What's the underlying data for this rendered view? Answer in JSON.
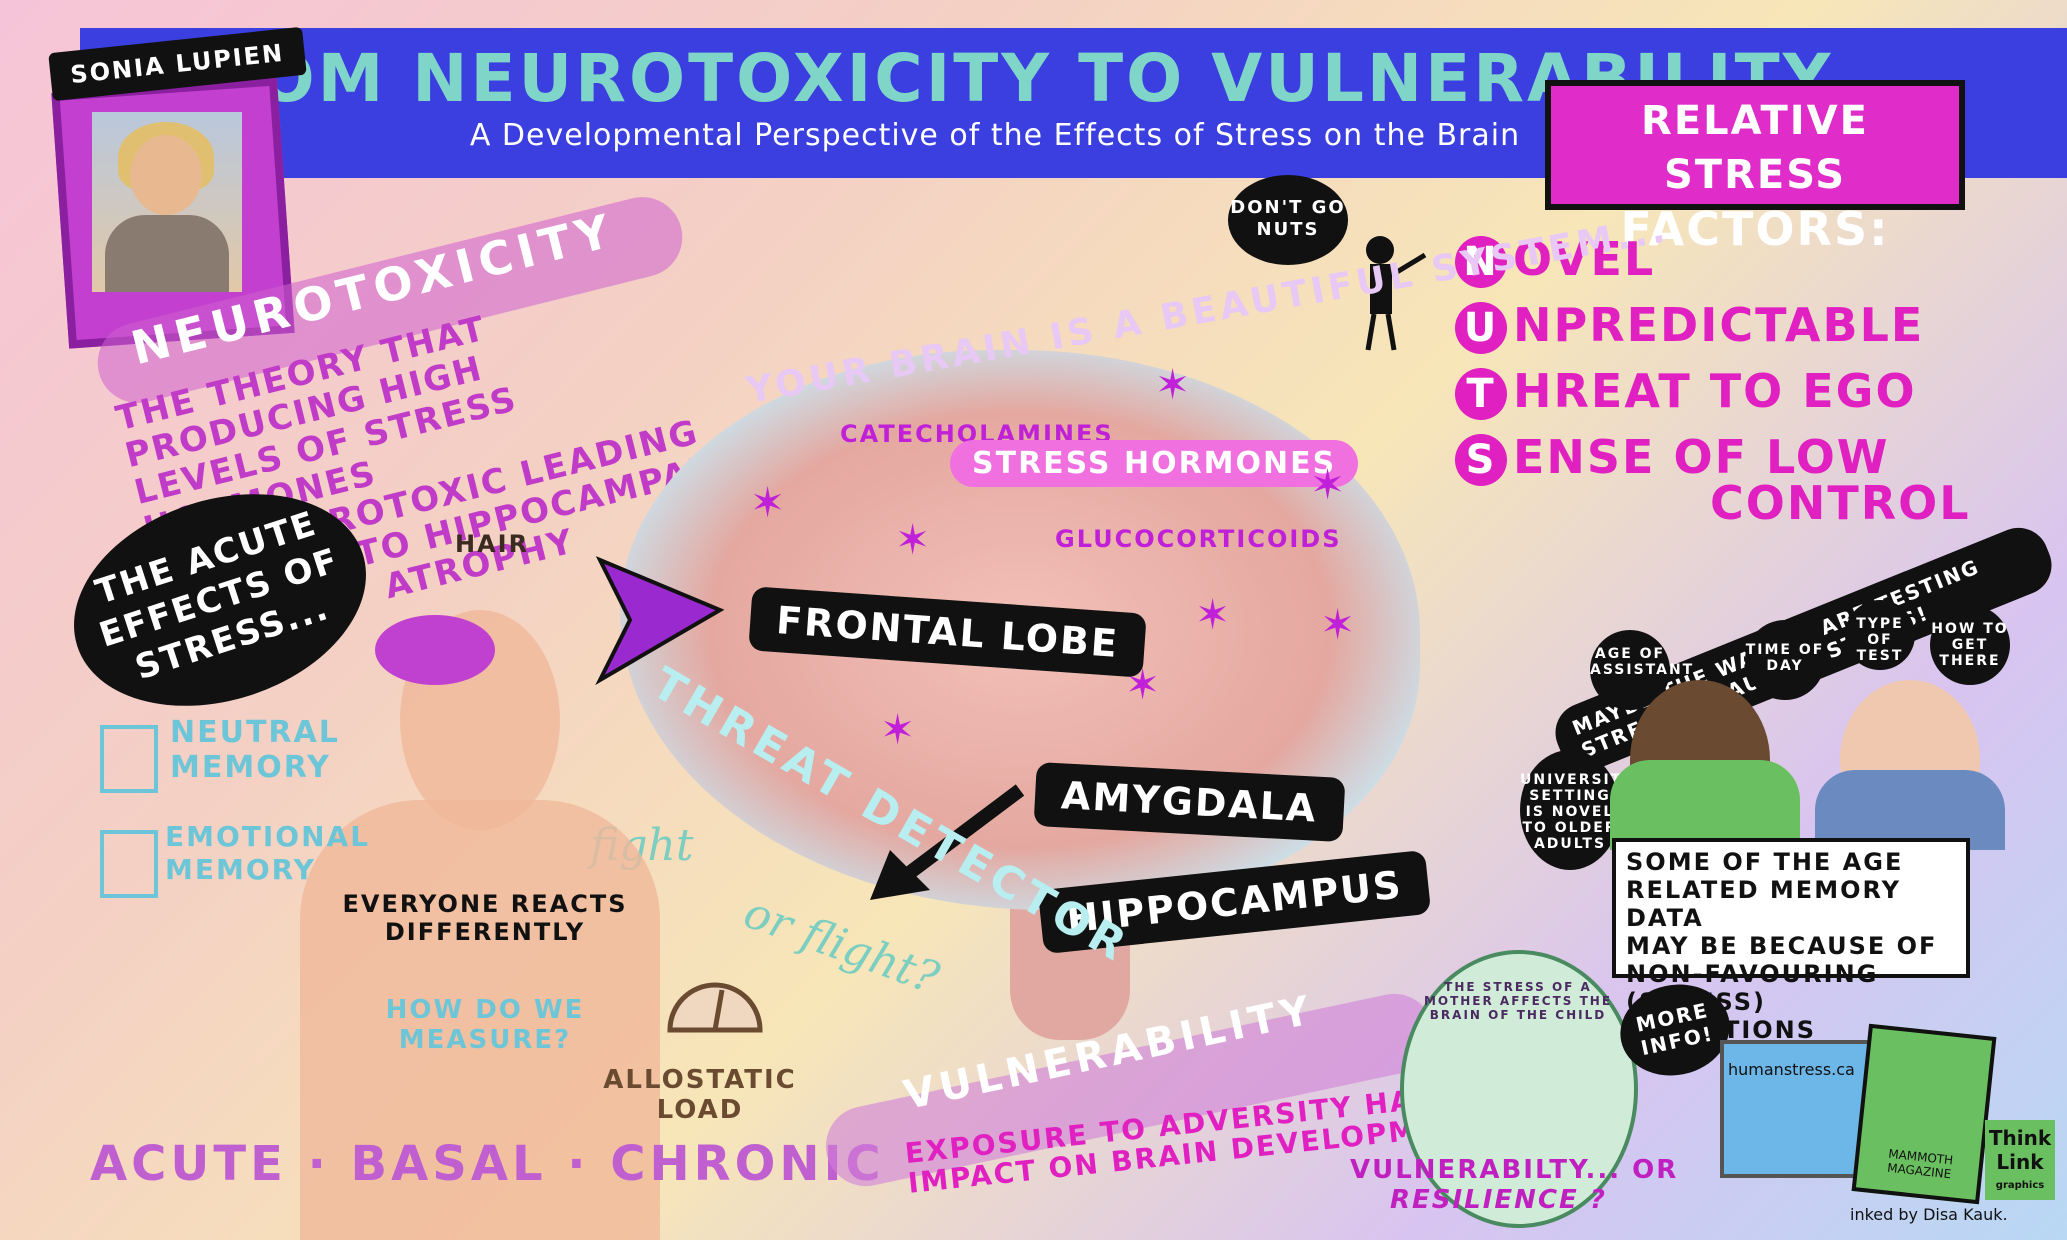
{
  "header": {
    "title": "FROM NEUROTOXICITY TO VULNERABILITY",
    "subtitle": "A Developmental Perspective of the Effects of Stress on the Brain"
  },
  "speaker": {
    "name": "SONIA LUPIEN"
  },
  "relative_stress": {
    "title_line1": "RELATIVE STRESS",
    "title_line2": "FACTORS:",
    "items": [
      {
        "letter": "N",
        "rest": "OVEL"
      },
      {
        "letter": "U",
        "rest": "NPREDICTABLE"
      },
      {
        "letter": "T",
        "rest": "HREAT TO EGO"
      },
      {
        "letter": "S",
        "rest": "ENSE OF LOW"
      }
    ],
    "last_line": "CONTROL"
  },
  "dont_go_nuts": "DON'T GO NUTS",
  "neurotoxicity": {
    "title": "NEUROTOXICITY",
    "line1": "THE THEORY THAT PRODUCING HIGH",
    "line2": "LEVELS OF STRESS HORMONES",
    "line3": "ARE NEUROTOXIC LEADING",
    "line4": "TO HIPPOCAMPAL",
    "line5": "ATROPHY"
  },
  "brain": {
    "arc": "YOUR BRAIN IS A BEAUTIFUL SYSTEM...",
    "catecholamines": "CATECHOLAMINES",
    "stress_hormones": "STRESS HORMONES",
    "glucocorticoids": "GLUCOCORTICOIDS",
    "frontal_lobe": "FRONTAL LOBE",
    "amygdala": "AMYGDALA",
    "hippocampus": "HIPPOCAMPUS",
    "threat_detector": "THREAT DETECTOR",
    "fight": "fight",
    "or_flight": "or flight?"
  },
  "acute": {
    "cloud": "THE ACUTE EFFECTS OF STRESS...",
    "hair": "HAIR",
    "neutral_memory": "NEUTRAL MEMORY",
    "emotional_memory": "EMOTIONAL MEMORY",
    "everyone": "EVERYONE REACTS DIFFERENTLY",
    "how": "HOW DO WE MEASURE?",
    "allostatic": "ALLOSTATIC LOAD",
    "bottom": "ACUTE · BASAL · CHRONIC"
  },
  "testing": {
    "ribbon": "MAYBE THE WAY WE ARE TESTING STRESS IS CAUSING STRESS!",
    "age_assistant": "AGE OF ASSISTANT",
    "time_of_day": "TIME OF DAY",
    "type_of_test": "TYPE OF TEST",
    "how_get_there": "HOW TO GET THERE",
    "university": "UNIVERSITY SETTING IS NOVEL TO OLDER ADULTS",
    "box_line1": "SOME OF THE AGE",
    "box_line2": "RELATED MEMORY DATA",
    "box_line3": "MAY BE BECAUSE OF",
    "box_line4": "NON-FAVOURING (STRESS)",
    "box_line5": "CONDITIONS"
  },
  "vulnerability": {
    "title": "VULNERABILITY",
    "line1": "EXPOSURE TO ADVERSITY HAS AN",
    "line2": "IMPACT ON BRAIN DEVELOPMENT",
    "mother": "THE STRESS OF A MOTHER AFFECTS THE BRAIN OF THE CHILD",
    "vr1": "VULNERABILTY... OR",
    "vr2": "RESILIENCE ?"
  },
  "more_info": "MORE INFO!",
  "laptop_url": "humanstress.ca",
  "book": "MAMMOTH MAGAZINE",
  "logo": {
    "line1": "Think",
    "line2": "Link",
    "line3": "graphics"
  },
  "inked": "inked by Disa Kauk.",
  "colors": {
    "header_blue": "#3b3fe0",
    "title_teal": "#7fd6c8",
    "magenta": "#e020c0",
    "purple": "#c03cc8",
    "cyan": "#6cc6d8"
  }
}
